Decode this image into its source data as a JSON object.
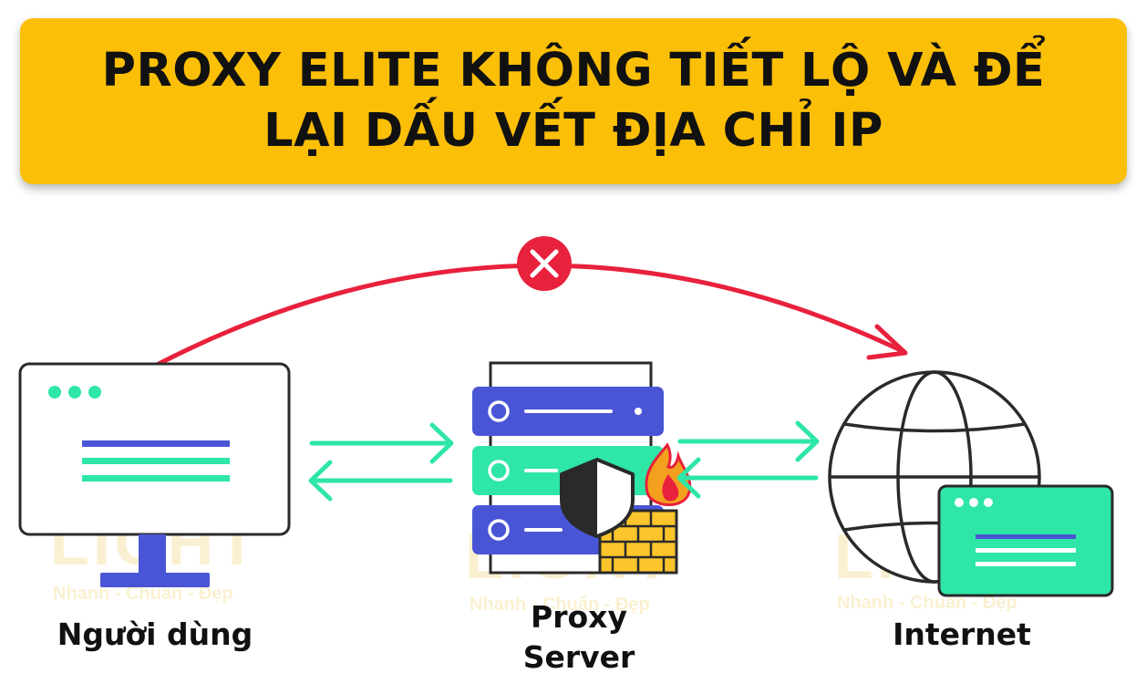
{
  "title": {
    "line1": "PROXY ELITE KHÔNG TIẾT LỘ VÀ ĐỂ",
    "line2": "LẠI DẤU VẾT ĐỊA CHỈ IP"
  },
  "nodes": {
    "user": "Người dùng",
    "proxy_line1": "Proxy",
    "proxy_line2": "Server",
    "internet": "Internet"
  },
  "watermark": {
    "brand": "LIGHT",
    "tagline": "Nhanh - Chuẩn - Đẹp"
  },
  "colors": {
    "banner": "#fcbf07",
    "flow_arrow": "#2ee6a6",
    "blocked_path": "#e8213c",
    "server_blue": "#4a55d6",
    "accent_green": "#2ee6a6",
    "outline": "#2a2a2a"
  },
  "icons": {
    "blocked": "cross-circle-icon",
    "shield": "shield-icon",
    "fire": "fire-icon",
    "globe": "globe-icon"
  }
}
